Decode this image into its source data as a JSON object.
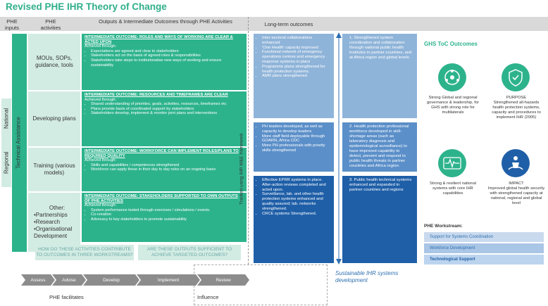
{
  "title": "Revised PHE IHR Theory of Change",
  "headers": {
    "inputs": "PHE inputs",
    "activities": "PHE activities",
    "outputs": "Outputs & Intermediate Outcomes through PHE Activities",
    "longterm": "Long-term outcomes"
  },
  "inputs_side": {
    "technical": "Technical Assistance",
    "national": "National",
    "regional": "Regional"
  },
  "activities": [
    {
      "label": "MOUs, SOPs, guidance, tools"
    },
    {
      "label": "Developing plans"
    },
    {
      "label": "Training (various models)"
    },
    {
      "heading": "Other:",
      "items": [
        "•Partnerships",
        "•Research",
        "•Organisational Development"
      ]
    }
  ],
  "outcomes": [
    {
      "heading": "INTERMEDIATE OUTCOME: ROLES AND WAYS OF WORKING ARE CLEAR & ACTED UPON",
      "sub": "Achieved through:",
      "bullets": [
        "Expectations are agreed and clear to stakeholders",
        "Stakeholders act on the basis of agreed roles & responsibilities",
        "Stakeholders take steps to institutionalise new ways of working and ensure sustainability"
      ]
    },
    {
      "heading": "INTERMEDIATE OUTCOME: RESOURCES AND TIMEFRAMES ARE CLEAR",
      "sub": "Achieved through:",
      "bullets": [
        "Shared understanding of priorities, goals, activities, resources, timeframes etc",
        "Plans provide basis of coordinated support by stakeholders",
        "Stakeholders develop, implement & monitor joint plans and interventions"
      ]
    },
    {
      "heading": "INTERMEDIATE OUTCOME: WORKFORCE CAN IMPLEMENT ROLES/PLANS TO REQUIRED QUALITY",
      "sub": "Achieved through:",
      "bullets": [
        "Skills and capabilities / competences strengthened",
        "Workforce can apply these in their day to day roles on an ongoing basis"
      ]
    },
    {
      "heading": "INTERMEDIATE OUTCOME: STAKEHOLDERS SUPPORTED TO OWN OUTPUTS OF PHE ACTIVITIES",
      "sub": "Achieved through:",
      "bullets": [
        "System performance tested through exercises / simulations / events.",
        "Co-creation",
        "Advocacy to key stakeholders to promote sustainability"
      ]
    }
  ],
  "questions": [
    "HOW DO THESE ACTIVITIES CONTRIBUTE TO OUTCOMES IN THREE WORKSTREAMS?",
    "ARE THESE OUTPUTS SUFFICIENT TO ACHIEVE TARGETED OUTCOMES?"
  ],
  "tracked": "Tracked using IHR M&E framework",
  "lt_left": [
    [
      "Inter-sectoral collaborations enhanced",
      "'One Health' capacity improved",
      "Functional network of emergency operations centres and emergency response systems in place",
      "Programme plans strengthened for health protection systems.",
      "AMR plans strengthened"
    ],
    [
      "PH leaders developed, as well as capacity to develop leaders",
      "More staff field-deployable through GOARN, Africa CDC",
      "More PH professionals with priority skills strengthened"
    ],
    [
      "Effective EPRR systems in place.",
      "After-action reviews completed and acted upon.",
      "Surveillance, lab. and other health protection systems enhanced and quality assured; lab. networks strengthened.",
      "CRCE systems Strengthened."
    ]
  ],
  "lt_right": [
    "1. Strengthened system coordination and collaboration through national public health institutes in partner countries, and at Africa region and global levels",
    "2. Health protection professional workforce developed in skill-shortage areas (such as laboratory diagnosis and epidemiological surveillance) to have improved capability to detect, prevent and respond to public health threats in partner countries and Africa region.",
    "3. Public health technical systems enhanced and expanded in partner countries and regions"
  ],
  "ghs": {
    "title": "GHS ToC Outcomes",
    "items": [
      {
        "caption": "Strong Global and regional governance & leadership, for GHS with strong role for multilaterals"
      },
      {
        "heading": "PURPOSE",
        "caption": "Strengthened all-hazards health protection systems, capacity and procedures to implement IHR (2005)"
      },
      {
        "caption": "Strong & resilient national systems with core IHR capabilities"
      },
      {
        "heading": "IMPACT",
        "caption": "Improved global health security with strengthened capacity at national, regional and global level"
      }
    ]
  },
  "workstream": {
    "title": "PHE Workstream:",
    "items": [
      "Support for Systems Coordination",
      "Workforce Development",
      "Technological Support"
    ],
    "colors": [
      "#8fb4d9",
      "#5b8fc9",
      "#1f5fa8"
    ]
  },
  "sustainable": "Sustainable IHR systems development",
  "steps": [
    "Assess",
    "Advise",
    "Develop",
    "Implement",
    "Review"
  ],
  "phe_facilitates": "PHE facilitates",
  "influence": "Influence"
}
